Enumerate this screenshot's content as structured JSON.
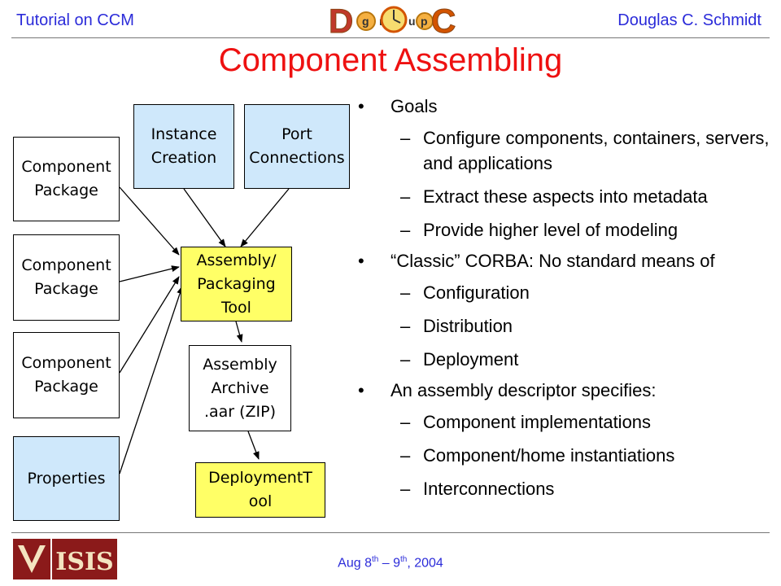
{
  "header": {
    "left": "Tutorial on CCM",
    "right": "Douglas C. Schmidt",
    "logo": {
      "big_left": "D",
      "small": [
        "g",
        "r",
        "u",
        "p"
      ],
      "big_right": "C"
    }
  },
  "title": "Component Assembling",
  "diagram": {
    "boxes": {
      "instance_creation": "Instance\nCreation",
      "port_connections": "Port\nConnections",
      "component_package_1": "Component\nPackage",
      "component_package_2": "Component\nPackage",
      "component_package_3": "Component\nPackage",
      "properties": "Properties",
      "assembly_tool": "Assembly/\nPackaging\nTool",
      "assembly_archive": "Assembly\nArchive\n.aar (ZIP)",
      "deployment_tool": "DeploymentT\nool"
    }
  },
  "bullets": [
    {
      "level": 1,
      "text": "Goals"
    },
    {
      "level": 2,
      "text": "Configure components, containers, servers, and applications"
    },
    {
      "level": 2,
      "text": "Extract these aspects into metadata"
    },
    {
      "level": 2,
      "text": "Provide higher level of modeling"
    },
    {
      "level": 1,
      "text": "“Classic” CORBA: No standard means of"
    },
    {
      "level": 2,
      "text": "Configuration"
    },
    {
      "level": 2,
      "text": "Distribution"
    },
    {
      "level": 2,
      "text": "Deployment"
    },
    {
      "level": 1,
      "text": "An assembly descriptor specifies:"
    },
    {
      "level": 2,
      "text": "Component implementations"
    },
    {
      "level": 2,
      "text": "Component/home instantiations"
    },
    {
      "level": 2,
      "text": "Interconnections"
    }
  ],
  "footer": {
    "date_parts": {
      "a": "Aug 8",
      "a_sup": "th",
      "sep": " – 9",
      "b_sup": "th",
      "b": ", 2004"
    },
    "logo_text": "ISIS"
  },
  "colors": {
    "header_text": "#2b2bd9",
    "title": "#ee1111",
    "box_blue": "#cfe8fb",
    "box_yellow": "#ffff66",
    "footer_logo": "#8b1a1a"
  }
}
